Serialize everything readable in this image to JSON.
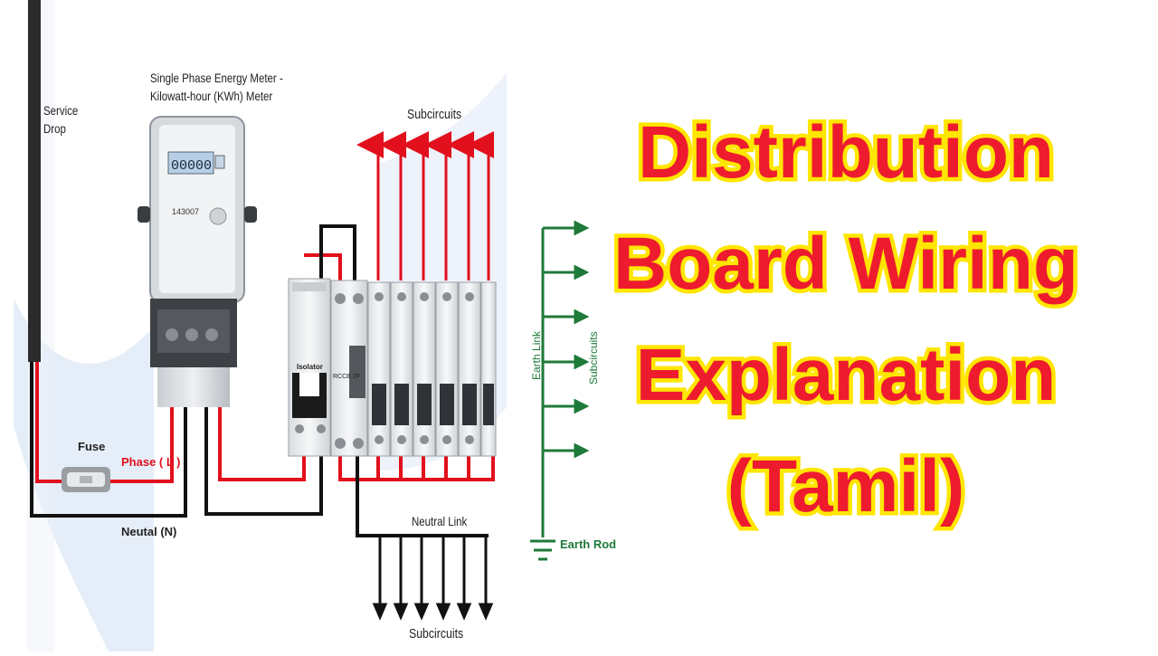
{
  "diagram": {
    "service_drop": "Service\nDrop",
    "meter_label_1": "Single Phase Energy Meter -",
    "meter_label_2": "Kilowatt-hour (KWh) Meter",
    "meter_display": "00000",
    "meter_serial": "143007",
    "fuse": "Fuse",
    "phase": "Phase ( L )",
    "neutral": "Neutal (N)",
    "isolator": "Isolator",
    "rccb": "RCCB 2P",
    "subcircuits_top": "Subcircuits",
    "subcircuits_bottom": "Subcircuits",
    "subcircuits_earth": "Subcircuits",
    "neutral_link": "Neutral Link",
    "earth_link": "Earth Link",
    "earth_rod": "Earth Rod"
  },
  "title": {
    "line1": "Distribution",
    "line2": "Board Wiring",
    "line3": "Explanation",
    "line4": "(Tamil)"
  },
  "colors": {
    "phase": "#e2101c",
    "neutral": "#111111",
    "earth": "#1e7a3a",
    "title_fill": "#ee1b2f",
    "title_stroke": "#ffe600"
  }
}
